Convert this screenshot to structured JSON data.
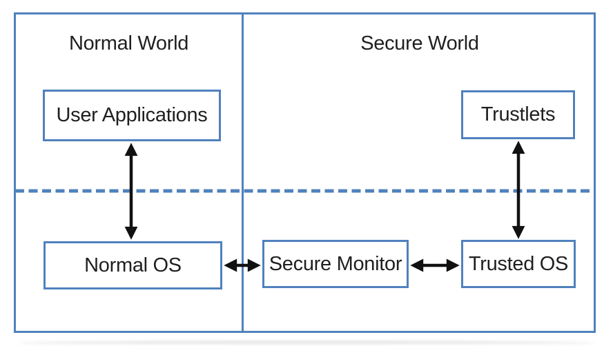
{
  "diagram": {
    "type": "architecture-block-diagram",
    "regions": [
      {
        "id": "normal-world",
        "label": "Normal World"
      },
      {
        "id": "secure-world",
        "label": "Secure World"
      }
    ],
    "nodes": [
      {
        "id": "user-applications",
        "label": "User Applications",
        "region": "normal-world"
      },
      {
        "id": "trustlets",
        "label": "Trustlets",
        "region": "secure-world"
      },
      {
        "id": "normal-os",
        "label": "Normal OS",
        "region": "normal-world"
      },
      {
        "id": "secure-monitor",
        "label": "Secure Monitor",
        "region": "secure-world"
      },
      {
        "id": "trusted-os",
        "label": "Trusted OS",
        "region": "secure-world"
      }
    ],
    "edges": [
      {
        "from": "user-applications",
        "to": "normal-os",
        "style": "double-headed-arrow"
      },
      {
        "from": "trustlets",
        "to": "trusted-os",
        "style": "double-headed-arrow"
      },
      {
        "from": "normal-os",
        "to": "secure-monitor",
        "style": "double-headed-arrow"
      },
      {
        "from": "secure-monitor",
        "to": "trusted-os",
        "style": "double-headed-arrow"
      }
    ],
    "separators": [
      {
        "id": "world-divider",
        "orientation": "vertical",
        "style": "solid"
      },
      {
        "id": "privilege-boundary",
        "orientation": "horizontal",
        "style": "dashed"
      }
    ],
    "colors": {
      "line_blue": "#4f81bd",
      "arrow_black": "#111111",
      "text": "#1f1f1f",
      "background": "#ffffff"
    }
  }
}
